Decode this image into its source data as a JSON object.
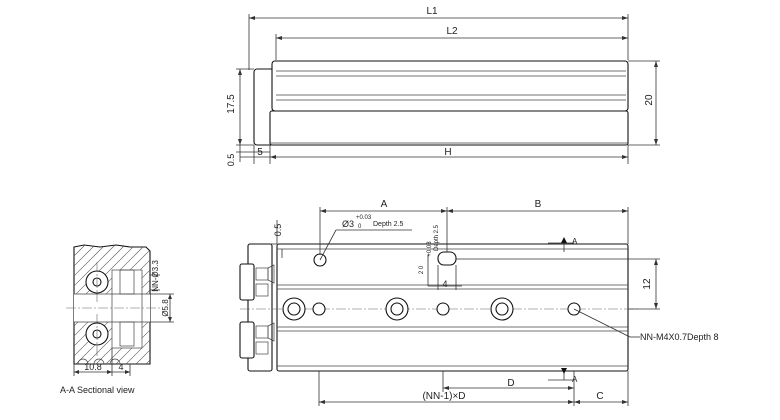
{
  "labels": {
    "L1": "L1",
    "L2": "L2",
    "H": "H",
    "A": "A",
    "B": "B",
    "C": "C",
    "D": "D",
    "pitch": "(NN-1)×D",
    "dim_17_5": "17.5",
    "dim_20": "20",
    "dim_0_5_side": "0.5",
    "dim_5": "5",
    "dim_0_5_top": "0.5",
    "dim_12": "12",
    "dim_4": "4",
    "pin_hole_dia": "Ø3",
    "pin_tol_plus": "+0.03",
    "pin_tol_zero": "0",
    "pin_depth": "Depth 2.5",
    "slot_small": "2 0",
    "slot_tol": "+0.03",
    "slot_depth": "Depth 2.5",
    "thread_callout": "NN-M4X0.7Depth 8",
    "section_holes": "NN-Ø3.3",
    "section_bore": "Ø5.8",
    "section_10_8": "10.8",
    "section_4": "4",
    "section_title": "A-A Sectional view",
    "cut_mark": "A"
  }
}
